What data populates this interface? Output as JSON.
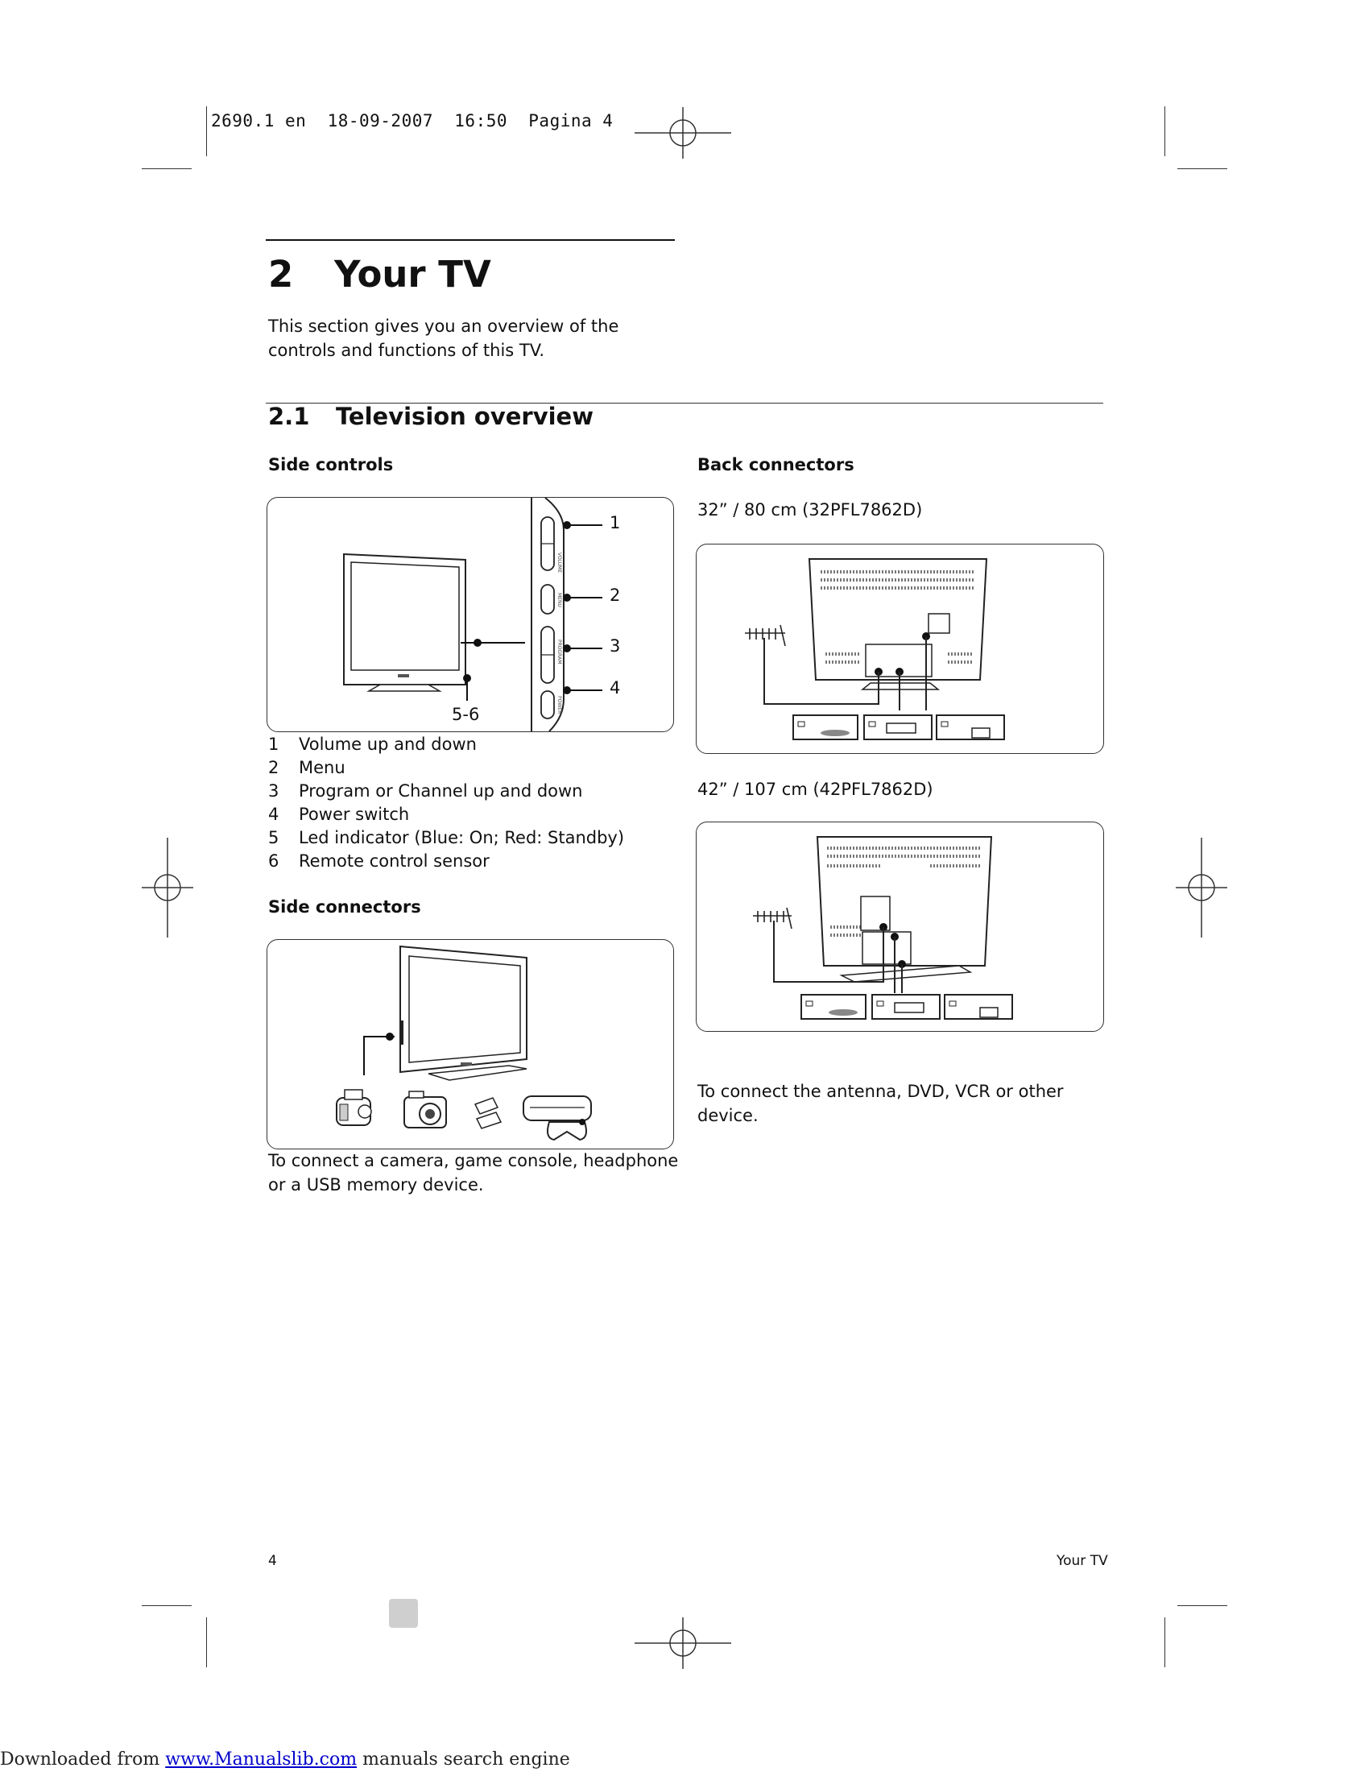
{
  "slug_line": "2690.1 en  18-09-2007  16:50  Pagina 4",
  "chapter": {
    "number": "2",
    "title": "Your TV"
  },
  "intro": "This section gives you an overview of the controls and functions of this TV.",
  "section": {
    "number": "2.1",
    "title": "Television overview"
  },
  "side_controls": {
    "heading": "Side controls",
    "figure_callouts": [
      "1",
      "2",
      "3",
      "4",
      "5-6"
    ],
    "items": [
      {
        "num": "1",
        "label": "Volume up and down"
      },
      {
        "num": "2",
        "label": "Menu"
      },
      {
        "num": "3",
        "label": "Program or Channel up and down"
      },
      {
        "num": "4",
        "label": "Power switch"
      },
      {
        "num": "5",
        "label": "Led indicator (Blue: On; Red: Standby)"
      },
      {
        "num": "6",
        "label": "Remote control sensor"
      }
    ]
  },
  "side_connectors": {
    "heading": "Side connectors",
    "caption": "To connect a camera, game console, headphone or a USB memory device."
  },
  "back_connectors": {
    "heading": "Back connectors",
    "model_32": "32” / 80 cm (32PFL7862D)",
    "model_42": "42” / 107 cm (42PFL7862D)",
    "caption": "To connect the antenna, DVD, VCR or other device."
  },
  "footer": {
    "page_number": "4",
    "chapter_label": "Your TV"
  },
  "download_notice": {
    "prefix": "Downloaded from ",
    "link": "www.Manualslib.com",
    "suffix": " manuals search engine"
  }
}
